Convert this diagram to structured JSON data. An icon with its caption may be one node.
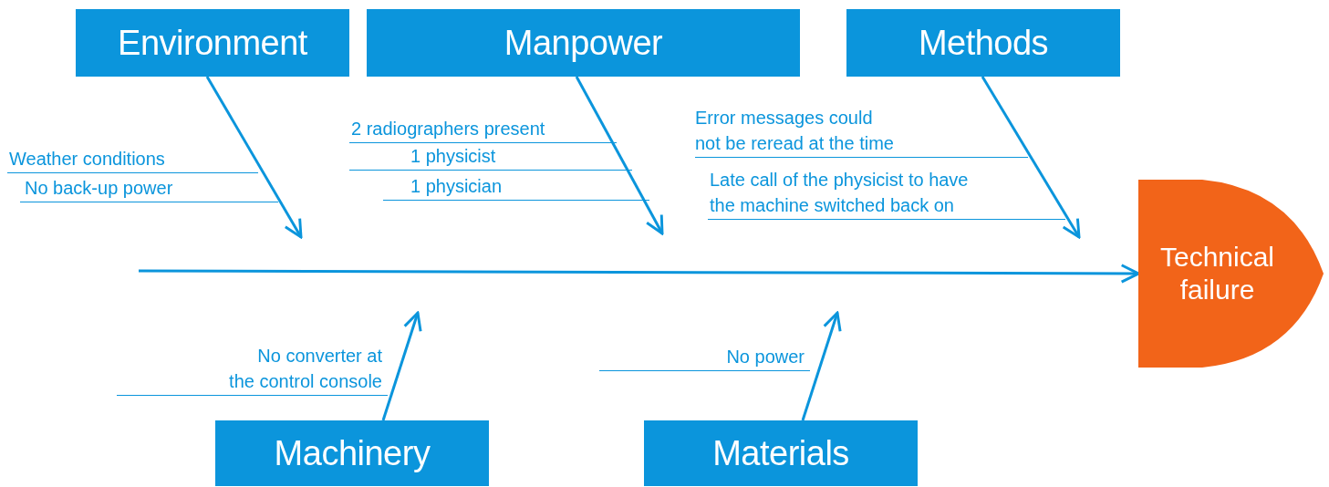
{
  "diagram": {
    "nodes": [
      {
        "text": [
          "Environment"
        ],
        "beside": [
          "Weather conditions",
          "No back-up power"
        ]
      },
      {
        "text": [
          "Manpower"
        ],
        "beside": [
          "2 radiographers present",
          "1 physicist",
          "1 physician"
        ]
      },
      {
        "text": [
          "Methods"
        ],
        "beside": [
          "Error messages could not be reread at the time",
          "Late call of the physicist to have the machine switched back on"
        ]
      },
      {
        "text": [
          "Technical failure"
        ]
      },
      {
        "text": [
          "Machinery"
        ],
        "beside": [
          "No converter at the control console"
        ]
      },
      {
        "text": [
          "Materials"
        ],
        "beside": [
          "No power"
        ]
      }
    ],
    "edges": [
      {
        "from": null,
        "to": 3,
        "arrow": "to"
      },
      {
        "from": 0,
        "to": null,
        "arrow": "to"
      },
      {
        "from": 1,
        "to": null,
        "arrow": "to"
      },
      {
        "from": 2,
        "to": null,
        "arrow": "to"
      },
      {
        "from": 4,
        "to": null,
        "arrow": "to"
      },
      {
        "from": 5,
        "to": null,
        "arrow": "to"
      }
    ]
  }
}
